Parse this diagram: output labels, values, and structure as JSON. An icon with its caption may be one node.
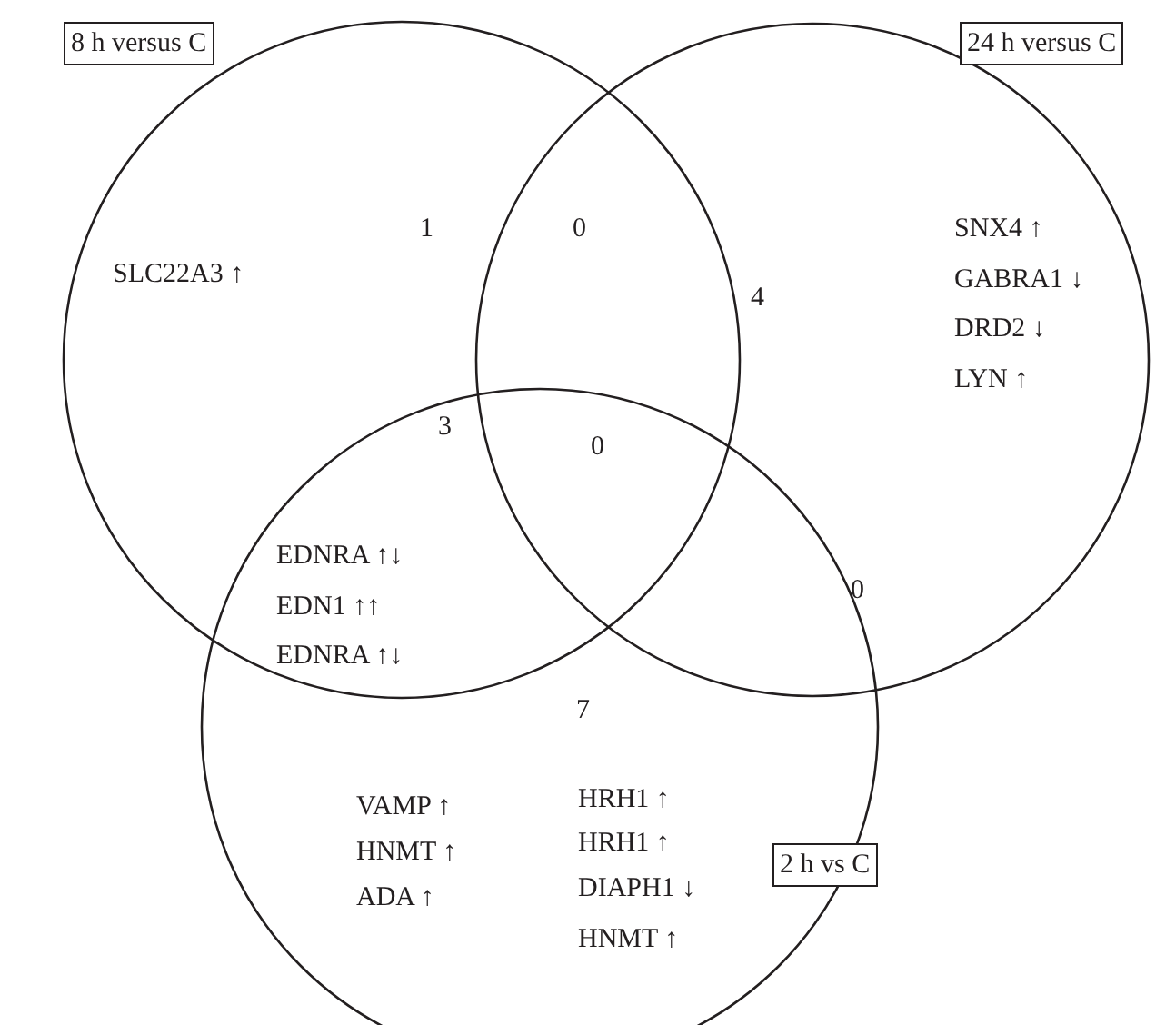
{
  "diagram": {
    "nodes": [
      {
        "text": [
          "8 h versus C"
        ]
      },
      {
        "text": [
          "24 h versus C"
        ]
      },
      {
        "text": [
          "2 h vs C"
        ]
      }
    ],
    "edges": [],
    "labels": [
      "1",
      "0",
      "SLC22A3 ↑",
      "SNX4 ↑",
      "4",
      "GABRA1 ↓",
      "DRD2 ↓",
      "LYN ↑",
      "3",
      "0",
      "EDNRA ↑↓",
      "EDN1 ↑↑",
      "0",
      "EDNRA ↑↓",
      "7",
      "HRH1 ↑",
      "VAMP ↑",
      "HRH1 ↑",
      "HNMT ↑",
      "ADA ↑",
      "DIAPH1 ↓",
      "HNMT ↑"
    ]
  }
}
